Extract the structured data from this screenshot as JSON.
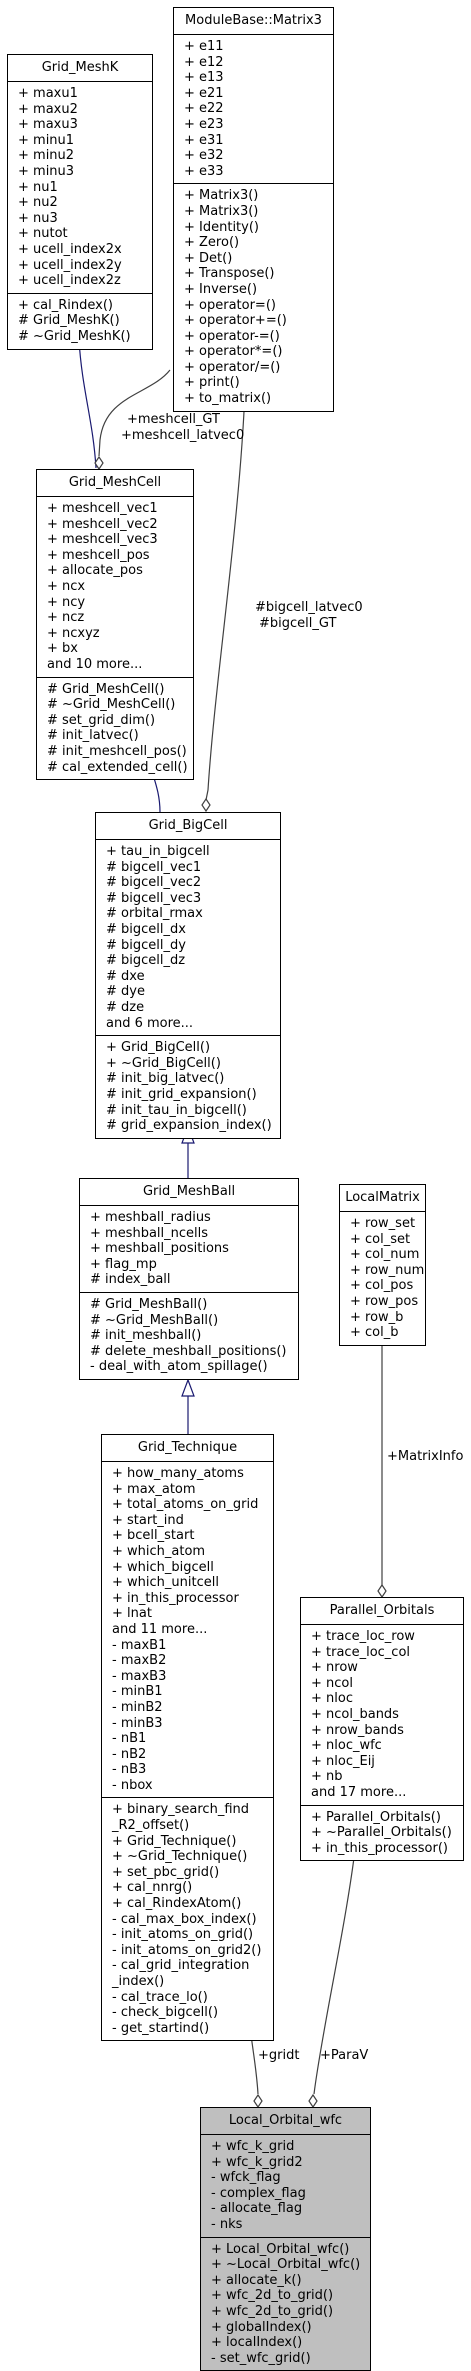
{
  "classes": {
    "grid_meshk": {
      "name": "Grid_MeshK",
      "attributes": [
        "+ maxu1",
        "+ maxu2",
        "+ maxu3",
        "+ minu1",
        "+ minu2",
        "+ minu3",
        "+ nu1",
        "+ nu2",
        "+ nu3",
        "+ nutot",
        "+ ucell_index2x",
        "+ ucell_index2y",
        "+ ucell_index2z"
      ],
      "methods": [
        "+ cal_Rindex()",
        "# Grid_MeshK()",
        "# ~Grid_MeshK()"
      ]
    },
    "matrix3": {
      "name": "ModuleBase::Matrix3",
      "attributes": [
        "+ e11",
        "+ e12",
        "+ e13",
        "+ e21",
        "+ e22",
        "+ e23",
        "+ e31",
        "+ e32",
        "+ e33"
      ],
      "methods": [
        "+ Matrix3()",
        "+ Matrix3()",
        "+ Identity()",
        "+ Zero()",
        "+ Det()",
        "+ Transpose()",
        "+ Inverse()",
        "+ operator=()",
        "+ operator+=()",
        "+ operator-=()",
        "+ operator*=()",
        "+ operator/=()",
        "+ print()",
        "+ to_matrix()"
      ]
    },
    "grid_meshcell": {
      "name": "Grid_MeshCell",
      "attributes": [
        "+ meshcell_vec1",
        "+ meshcell_vec2",
        "+ meshcell_vec3",
        "+ meshcell_pos",
        "+ allocate_pos",
        "+ ncx",
        "+ ncy",
        "+ ncz",
        "+ ncxyz",
        "+ bx",
        "and 10 more..."
      ],
      "methods": [
        "# Grid_MeshCell()",
        "# ~Grid_MeshCell()",
        "# set_grid_dim()",
        "# init_latvec()",
        "# init_meshcell_pos()",
        "# cal_extended_cell()"
      ]
    },
    "grid_bigcell": {
      "name": "Grid_BigCell",
      "attributes": [
        "+ tau_in_bigcell",
        "# bigcell_vec1",
        "# bigcell_vec2",
        "# bigcell_vec3",
        "# orbital_rmax",
        "# bigcell_dx",
        "# bigcell_dy",
        "# bigcell_dz",
        "# dxe",
        "# dye",
        "# dze",
        "and 6 more..."
      ],
      "methods": [
        "+ Grid_BigCell()",
        "+ ~Grid_BigCell()",
        "# init_big_latvec()",
        "# init_grid_expansion()",
        "# init_tau_in_bigcell()",
        "# grid_expansion_index()"
      ]
    },
    "grid_meshball": {
      "name": "Grid_MeshBall",
      "attributes": [
        "+ meshball_radius",
        "+ meshball_ncells",
        "+ meshball_positions",
        "+ flag_mp",
        "# index_ball"
      ],
      "methods": [
        "# Grid_MeshBall()",
        "# ~Grid_MeshBall()",
        "# init_meshball()",
        "# delete_meshball_positions()",
        "- deal_with_atom_spillage()"
      ]
    },
    "localmatrix": {
      "name": "LocalMatrix",
      "attributes": [
        "+ row_set",
        "+ col_set",
        "+ col_num",
        "+ row_num",
        "+ col_pos",
        "+ row_pos",
        "+ row_b",
        "+ col_b"
      ],
      "methods": []
    },
    "grid_technique": {
      "name": "Grid_Technique",
      "attributes": [
        "+ how_many_atoms",
        "+ max_atom",
        "+ total_atoms_on_grid",
        "+ start_ind",
        "+ bcell_start",
        "+ which_atom",
        "+ which_bigcell",
        "+ which_unitcell",
        "+ in_this_processor",
        "+ lnat",
        "and 11 more...",
        "- maxB1",
        "- maxB2",
        "- maxB3",
        "- minB1",
        "- minB2",
        "- minB3",
        "- nB1",
        "- nB2",
        "- nB3",
        "- nbox"
      ],
      "methods": [
        "+ binary_search_find",
        "_R2_offset()",
        "+ Grid_Technique()",
        "+ ~Grid_Technique()",
        "+ set_pbc_grid()",
        "+ cal_nnrg()",
        "+ cal_RindexAtom()",
        "- cal_max_box_index()",
        "- init_atoms_on_grid()",
        "- init_atoms_on_grid2()",
        "- cal_grid_integration",
        "_index()",
        "- cal_trace_lo()",
        "- check_bigcell()",
        "- get_startind()"
      ]
    },
    "parallel_orbitals": {
      "name": "Parallel_Orbitals",
      "attributes": [
        "+ trace_loc_row",
        "+ trace_loc_col",
        "+ nrow",
        "+ ncol",
        "+ nloc",
        "+ ncol_bands",
        "+ nrow_bands",
        "+ nloc_wfc",
        "+ nloc_Eij",
        "+ nb",
        "and 17 more..."
      ],
      "methods": [
        "+ Parallel_Orbitals()",
        "+ ~Parallel_Orbitals()",
        "+ in_this_processor()"
      ]
    },
    "local_orbital_wfc": {
      "name": "Local_Orbital_wfc",
      "attributes": [
        "+ wfc_k_grid",
        "+ wfc_k_grid2",
        "- wfck_flag",
        "- complex_flag",
        "- allocate_flag",
        "- nks"
      ],
      "methods": [
        "+ Local_Orbital_wfc()",
        "+ ~Local_Orbital_wfc()",
        "+ allocate_k()",
        "+ wfc_2d_to_grid()",
        "+ wfc_2d_to_grid()",
        "+ globalIndex()",
        "+ localIndex()",
        "- set_wfc_grid()"
      ]
    }
  },
  "edge_labels": {
    "meshcell_gt": "+meshcell_GT",
    "meshcell_latvec0": "+meshcell_latvec0",
    "bigcell_latvec0": "#bigcell_latvec0",
    "bigcell_gt": "#bigcell_GT",
    "matrixinfo": "+MatrixInfo",
    "gridt": "+gridt",
    "parav": "+ParaV"
  },
  "colors": {
    "inheritance_edge": "#191970",
    "association_edge": "#404040",
    "focus_fill": "#bfbfbf"
  }
}
